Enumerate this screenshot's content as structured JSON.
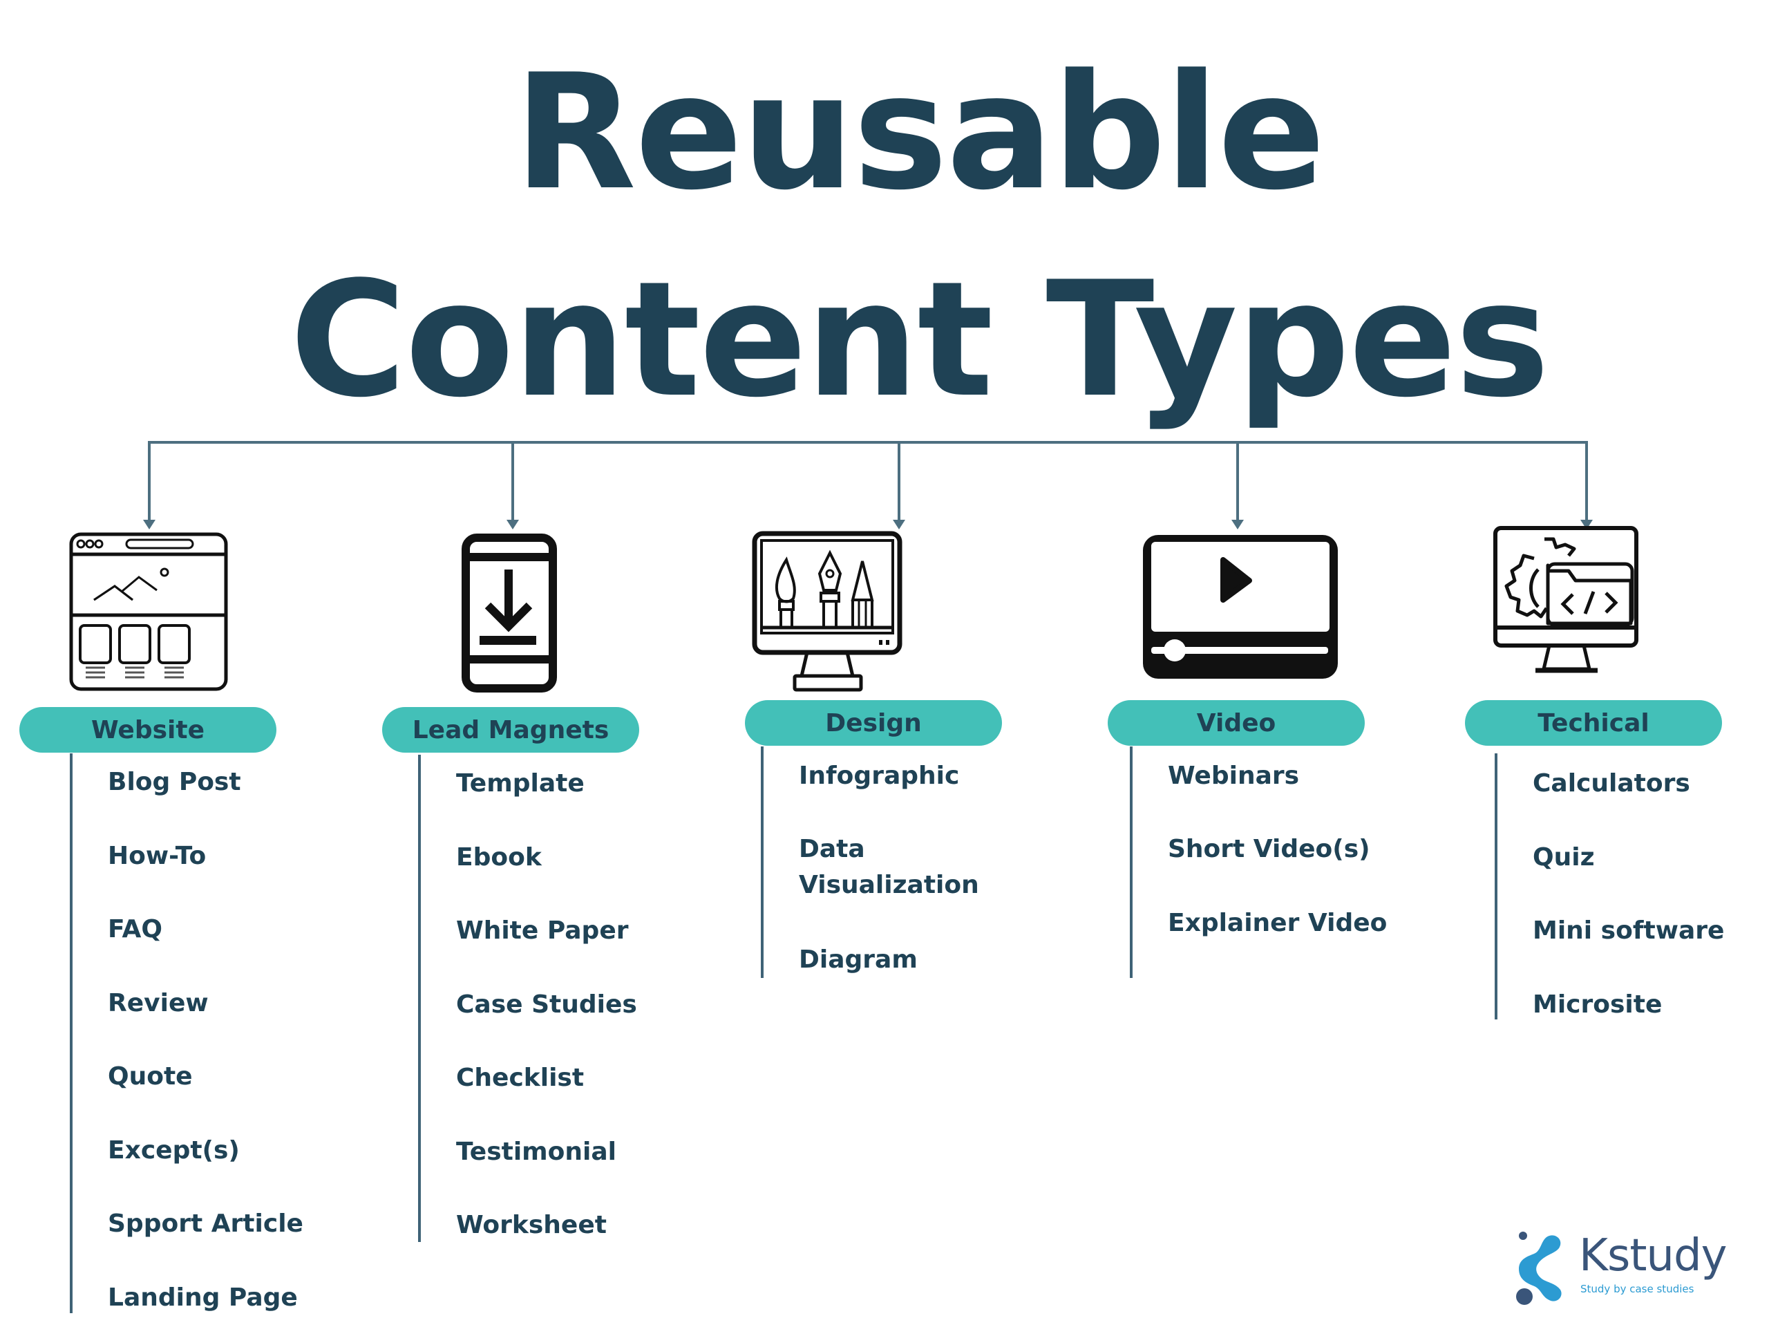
{
  "title": {
    "line1": "Reusable",
    "line2": "Content Types"
  },
  "colors": {
    "title": "#1f4255",
    "pill": "#43c0b8",
    "connector": "#4d6f80",
    "logo_dark": "#3a557a",
    "logo_blue": "#2c9bd2"
  },
  "categories": [
    {
      "label": "Website",
      "icon": "website-layout-icon",
      "items": [
        "Blog Post",
        "How-To",
        "FAQ",
        "Review",
        "Quote",
        "Except(s)",
        "Spport Article",
        "Landing Page"
      ]
    },
    {
      "label": "Lead Magnets",
      "icon": "mobile-download-icon",
      "items": [
        "Template",
        "Ebook",
        "White Paper",
        "Case Studies",
        "Checklist",
        "Testimonial",
        "Worksheet"
      ]
    },
    {
      "label": "Design",
      "icon": "monitor-design-tools-icon",
      "items": [
        "Infographic",
        "Data\nVisualization",
        "Diagram"
      ]
    },
    {
      "label": "Video",
      "icon": "video-player-icon",
      "items": [
        "Webinars",
        "Short Video(s)",
        "Explainer Video"
      ]
    },
    {
      "label": "Techical",
      "icon": "monitor-code-gear-icon",
      "items": [
        "Calculators",
        "Quiz",
        "Mini software",
        "Microsite"
      ]
    }
  ],
  "logo": {
    "name": "Kstudy",
    "tagline": "Study by case studies"
  }
}
